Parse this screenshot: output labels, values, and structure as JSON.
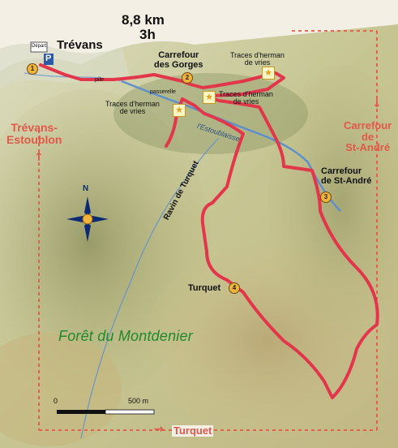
{
  "title": {
    "distance": "8,8 km",
    "duration": "3h"
  },
  "depart": {
    "flag": "Départ",
    "parking": "P"
  },
  "labels": {
    "trevans": "Trévans",
    "carrefour_gorges_1": "Carrefour",
    "carrefour_gorges_2": "des Gorges",
    "carrefour_st_andre_1": "Carrefour",
    "carrefour_st_andre_2": "de St-André",
    "turquet": "Turquet",
    "passerelle": "passerelle",
    "pile": "pile",
    "traces_top_1": "Traces d'herman",
    "traces_top_2": "de vries",
    "traces_mid_1": "Traces d'herman",
    "traces_mid_2": "de vries",
    "traces_left_1": "Traces d'herman",
    "traces_left_2": "de vries",
    "river": "l'Estoublaisse",
    "ravin": "Ravin    de    Turquet",
    "forest": "Forêt du Montdenier",
    "north": "N"
  },
  "edge_labels": {
    "left_1": "Trévans-",
    "left_2": "Estoublon",
    "right_1": "Carrefour",
    "right_2": "de",
    "right_3": "St-André",
    "bottom": "Turquet"
  },
  "waypoints": [
    "1",
    "2",
    "3",
    "4"
  ],
  "scale": {
    "start": "0",
    "end": "500 m"
  },
  "colors": {
    "route": "#e2364b",
    "frame": "#e2584a",
    "water": "#4a7fc0",
    "forest_text": "#1f8a2c"
  }
}
